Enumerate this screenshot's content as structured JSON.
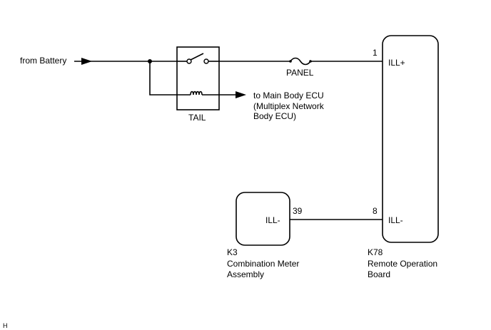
{
  "labels": {
    "from_battery": "from Battery",
    "tail": "TAIL",
    "panel": "PANEL",
    "to_ecu_line1": "to Main Body ECU",
    "to_ecu_line2": "(Multiplex Network",
    "to_ecu_line3": "Body ECU)",
    "pin_1": "1",
    "pin_8": "8",
    "pin_39": "39",
    "ill_plus": "ILL+",
    "ill_minus_k78": "ILL-",
    "ill_minus_k3": "ILL-",
    "k3_code": "K3",
    "k3_name_line1": "Combination Meter",
    "k3_name_line2": "Assembly",
    "k78_code": "K78",
    "k78_name_line1": "Remote Operation",
    "k78_name_line2": "Board",
    "corner_mark": "H"
  }
}
